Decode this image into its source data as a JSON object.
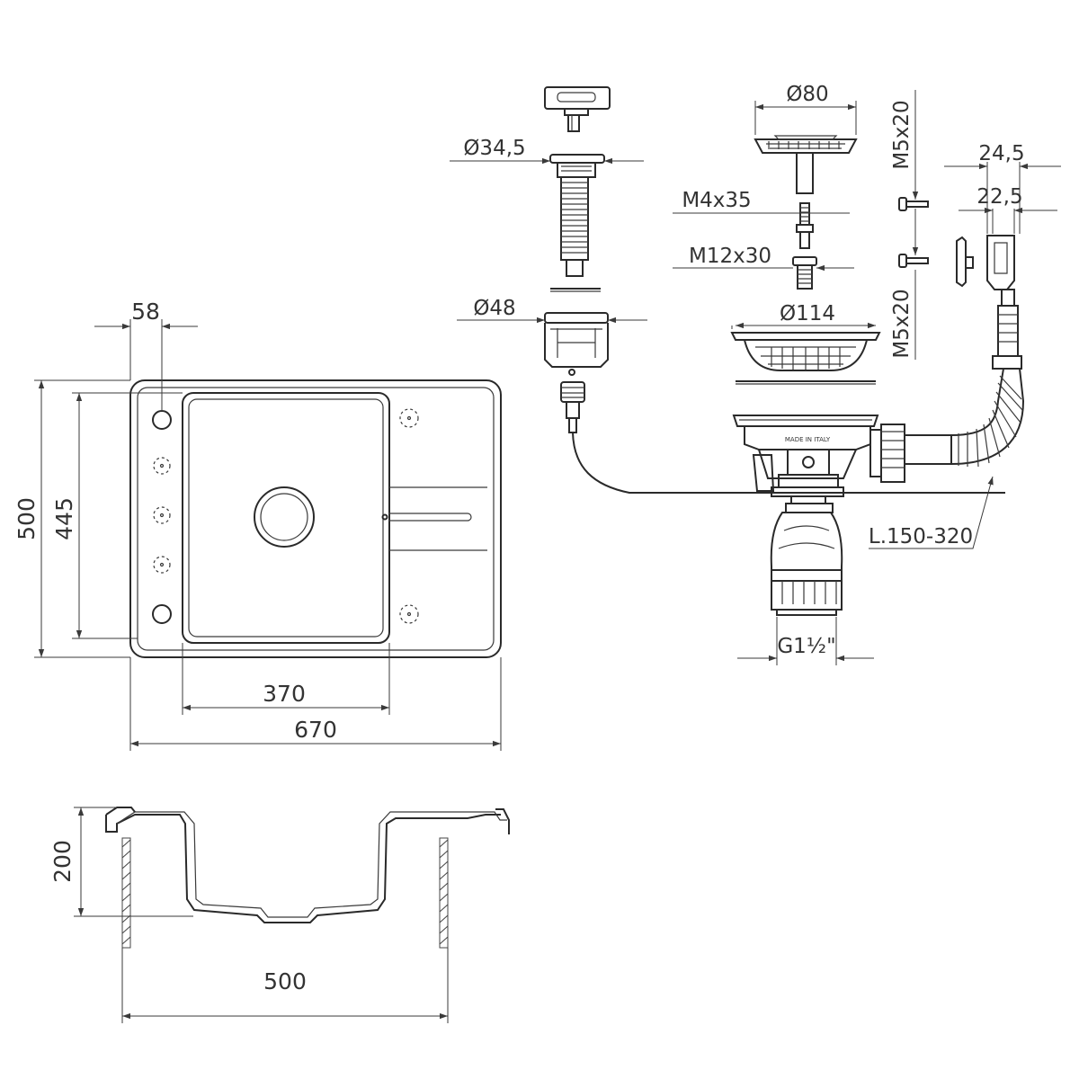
{
  "top_view": {
    "dim_58": "58",
    "dim_500": "500",
    "dim_445": "445",
    "dim_370": "370",
    "dim_670": "670"
  },
  "section_view": {
    "dim_200": "200",
    "dim_500": "500"
  },
  "accessories": {
    "dia_34_5": "Ø34,5",
    "dia_48": "Ø48",
    "dia_80": "Ø80",
    "dia_114": "Ø114",
    "m4x35": "M4x35",
    "m12x30": "M12x30",
    "m5x20_top": "M5x20",
    "m5x20_bottom": "M5x20",
    "dim_24_5": "24,5",
    "dim_22_5": "22,5",
    "hose_length": "L.150-320",
    "thread": "G1½\"",
    "made_in_italy": "MADE IN ITALY"
  }
}
